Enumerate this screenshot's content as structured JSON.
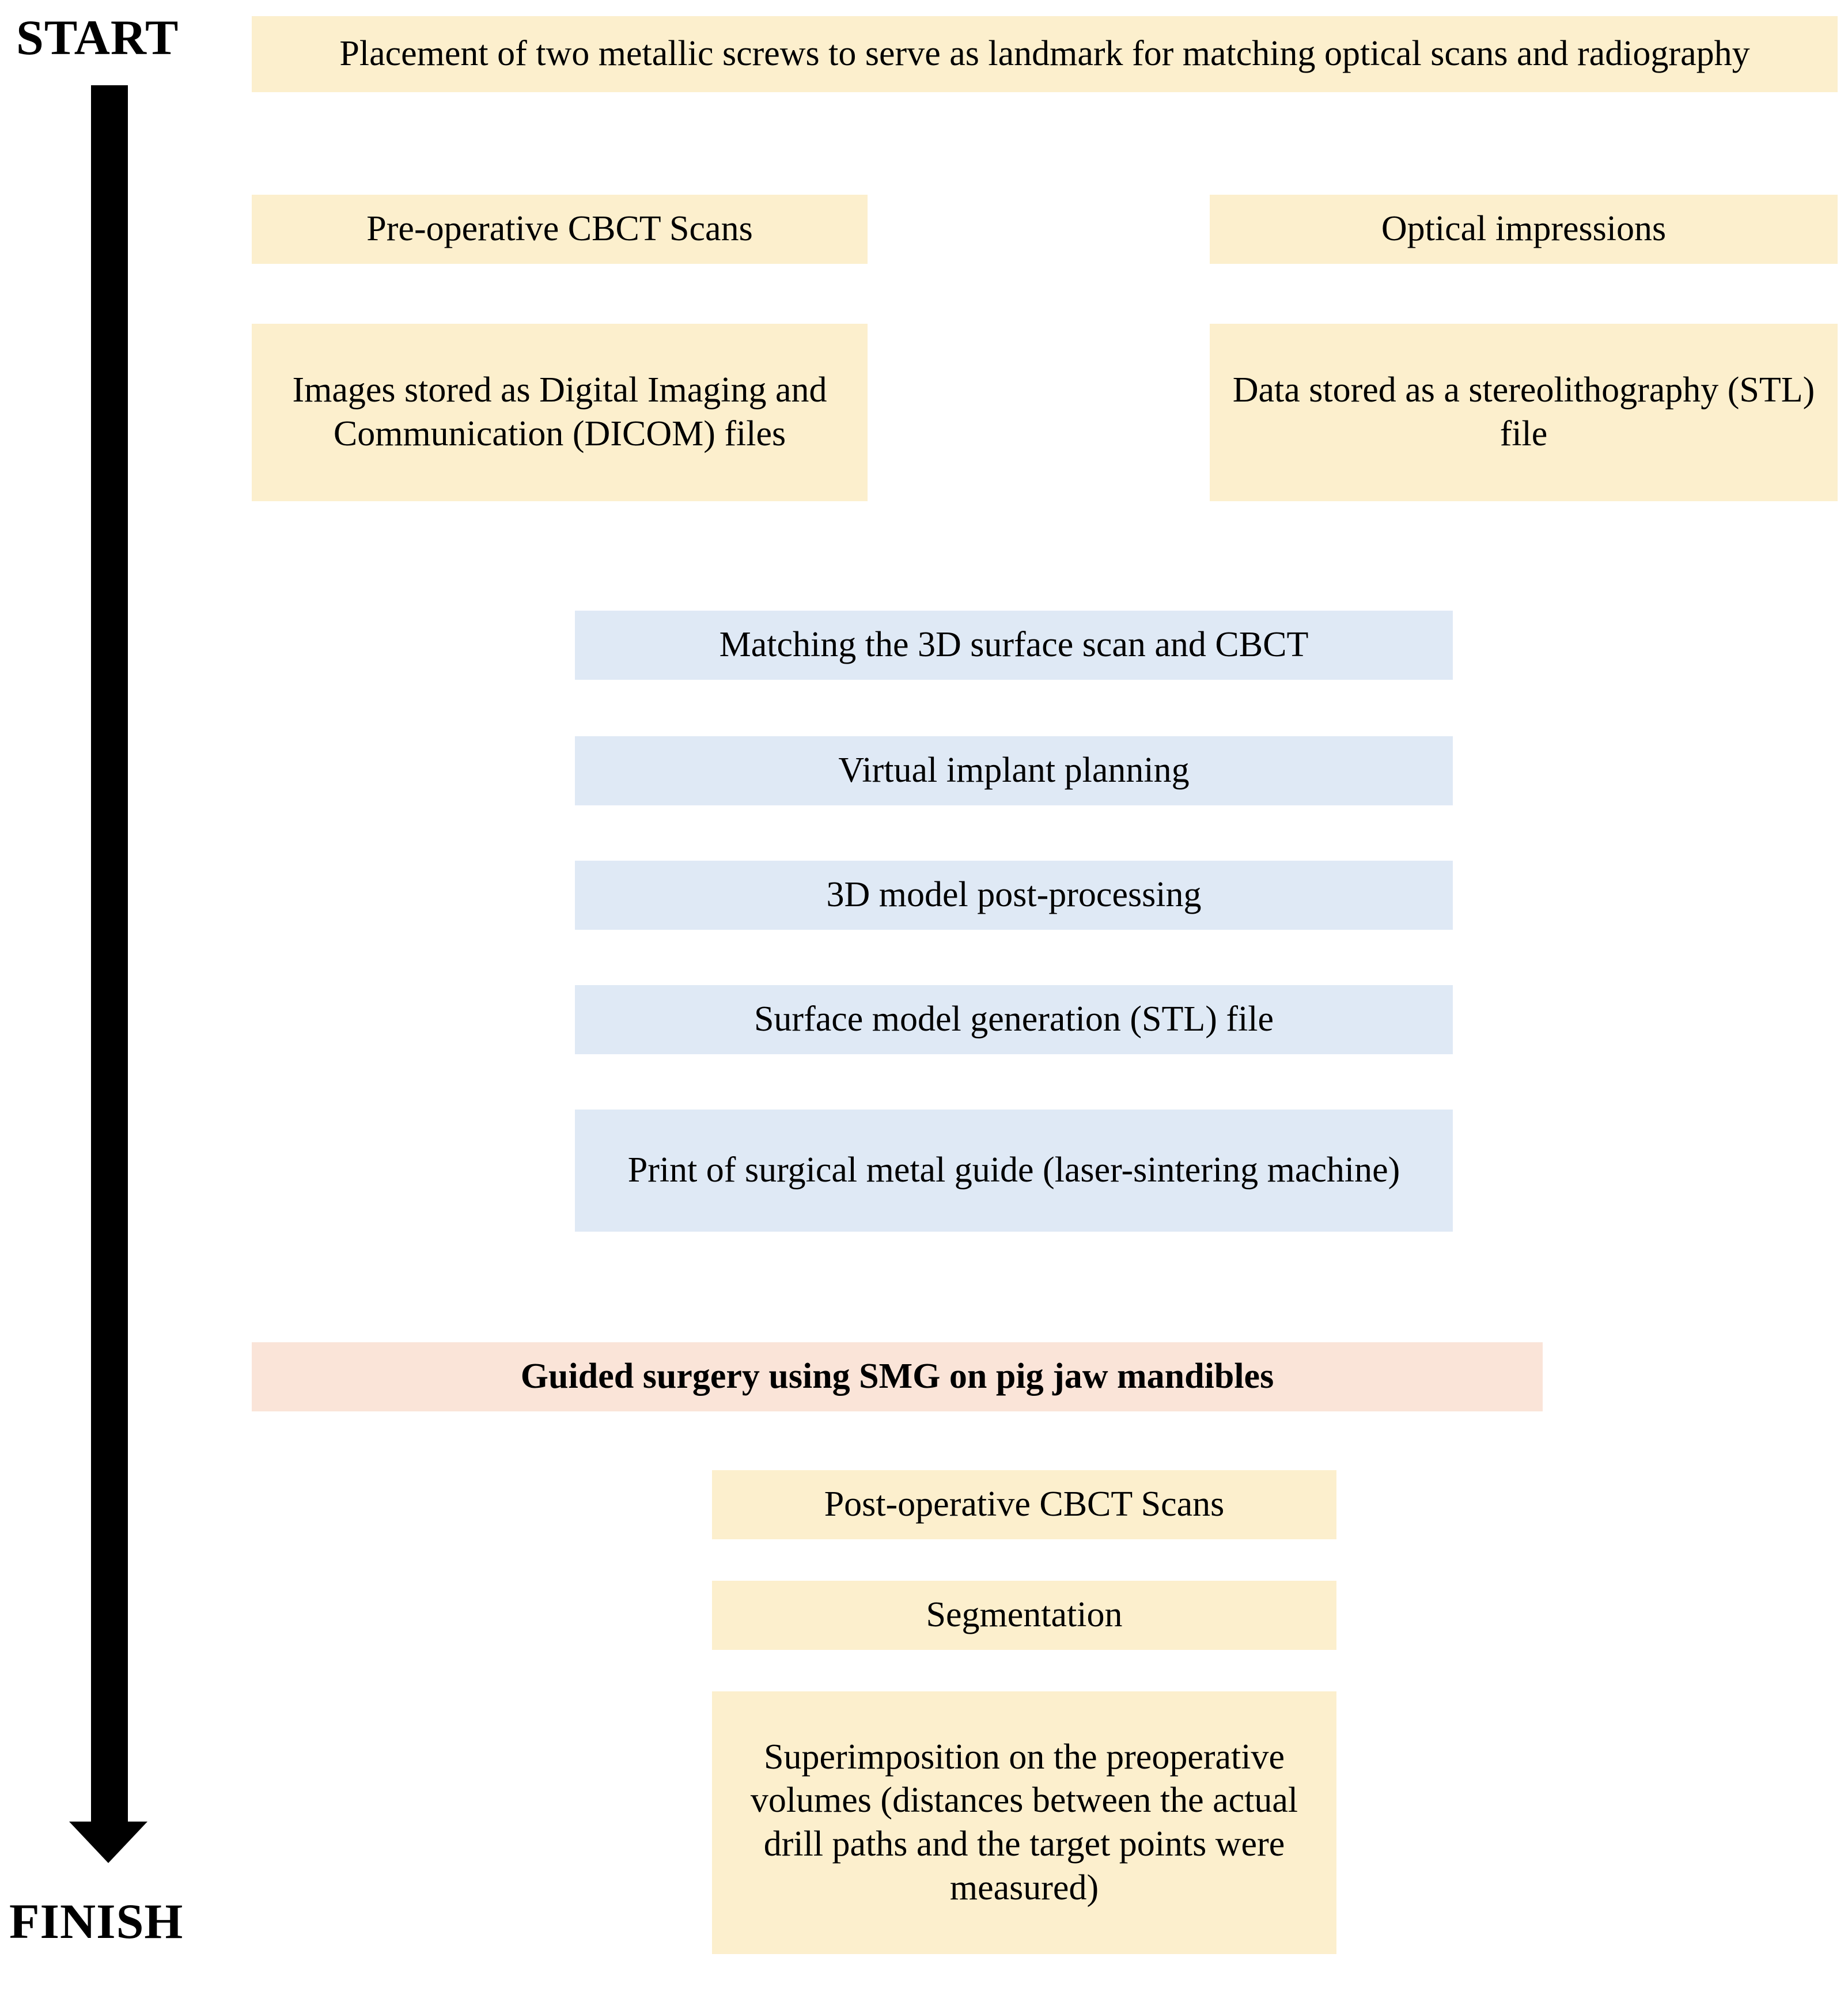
{
  "diagram": {
    "title": "Surgical metal guide workflow flowchart",
    "colors": {
      "yellow": "#fcefcd",
      "blue": "#dfe9f5",
      "pink": "#fae4d8",
      "arrow": "#000000",
      "background": "#ffffff"
    },
    "start_label": "START",
    "finish_label": "FINISH",
    "nodes": {
      "screws": "Placement of two metallic screws to serve as landmark for matching optical scans and radiography",
      "preop_cbct": "Pre-operative CBCT Scans",
      "optical_impressions": "Optical impressions",
      "dicom": "Images stored as Digital Imaging and Communication (DICOM) files",
      "stl": "Data stored as a stereolithography (STL) file",
      "matching": "Matching the 3D surface scan and CBCT",
      "planning": "Virtual implant planning",
      "postprocessing": "3D model post-processing",
      "surface_model": "Surface model generation (STL) file",
      "print_guide": "Print of surgical metal guide (laser-sintering machine)",
      "surgery": "Guided surgery using SMG on pig jaw mandibles",
      "postop_cbct": "Post-operative CBCT Scans",
      "segmentation": "Segmentation",
      "superimposition": "Superimposition on the preoperative volumes (distances between the actual drill paths and the target points were measured)"
    }
  }
}
